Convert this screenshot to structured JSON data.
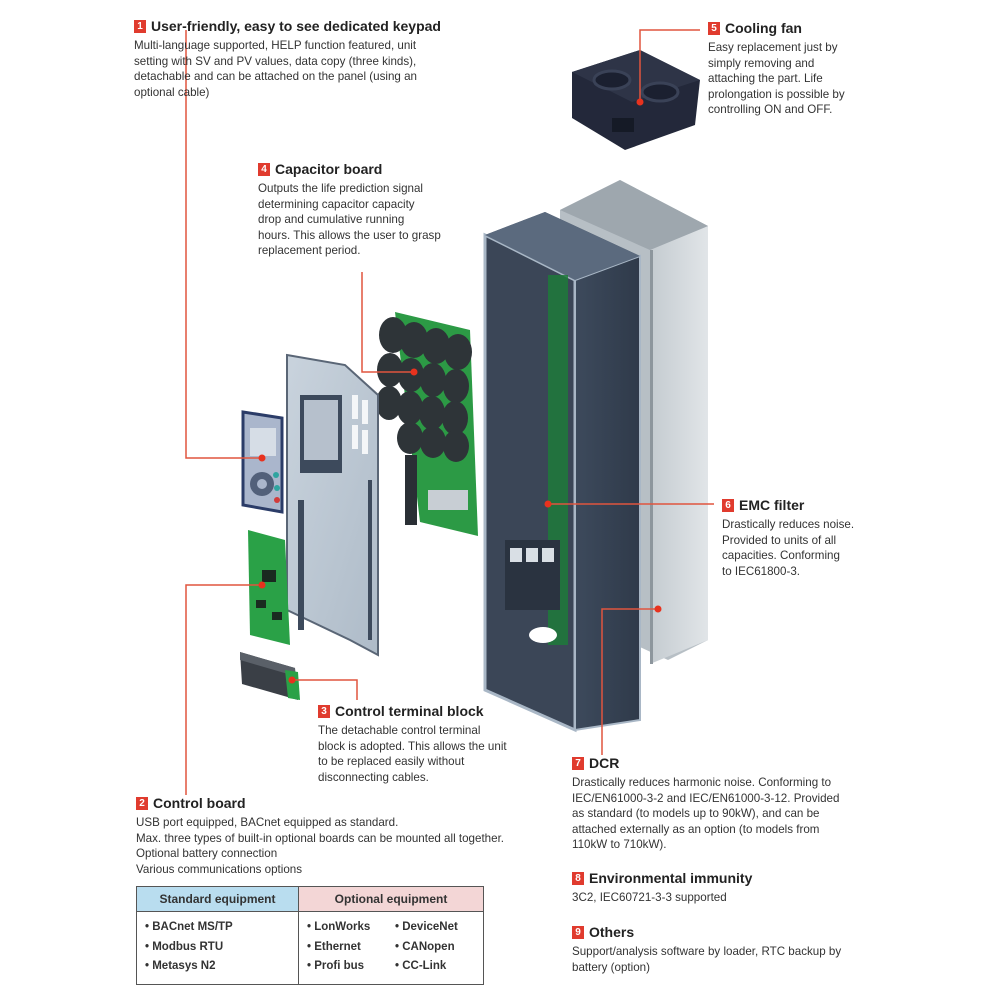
{
  "callouts": [
    {
      "number": "1",
      "title": "User-friendly, easy to see dedicated keypad",
      "lines": [
        "Multi-language supported, HELP function featured, unit",
        "setting with SV and PV values, data copy (three kinds),",
        "detachable and can be attached on the panel (using an",
        "optional cable)"
      ]
    },
    {
      "number": "2",
      "title": "Control board",
      "lines": [
        "USB port equipped, BACnet equipped as standard.",
        "Max. three  types of built-in optional boards can be mounted all together.",
        "Optional battery connection",
        "Various communications options"
      ]
    },
    {
      "number": "3",
      "title": "Control terminal block",
      "lines": [
        "The detachable control terminal",
        "block is adopted. This allows the unit",
        "to be replaced easily without",
        "disconnecting cables."
      ]
    },
    {
      "number": "4",
      "title": "Capacitor board",
      "lines": [
        "Outputs the life prediction signal",
        "determining capacitor capacity",
        "drop and cumulative running",
        "hours. This allows the user to grasp",
        "replacement period."
      ]
    },
    {
      "number": "5",
      "title": "Cooling fan",
      "lines": [
        "Easy replacement just by",
        "simply removing and",
        "attaching the part. Life",
        "prolongation is possible by",
        "controlling ON and OFF."
      ]
    },
    {
      "number": "6",
      "title": "EMC filter",
      "lines": [
        "Drastically reduces noise.",
        "Provided to units of all",
        "capacities. Conforming",
        "to IEC61800-3."
      ]
    },
    {
      "number": "7",
      "title": "DCR",
      "lines": [
        "Drastically reduces harmonic noise. Conforming to",
        "IEC/EN61000-3-2 and IEC/EN61000-3-12. Provided",
        "as standard (to models up to 90kW), and can be",
        "attached externally as an option (to models from",
        "110kW to 710kW)."
      ]
    },
    {
      "number": "8",
      "title": "Environmental immunity",
      "lines": [
        "3C2, IEC60721-3-3 supported"
      ]
    },
    {
      "number": "9",
      "title": "Others",
      "lines": [
        "Support/analysis software by loader, RTC backup by",
        "battery (option)"
      ]
    }
  ],
  "equipment_table": {
    "standard_header": "Standard equipment",
    "optional_header": "Optional equipment",
    "standard_items": [
      "• BACnet MS/TP",
      "• Modbus RTU",
      "• Metasys N2"
    ],
    "optional_items": [
      "• LonWorks",
      "• DeviceNet",
      "• Ethernet",
      "• CANopen",
      "• Profi bus",
      "• CC-Link"
    ]
  },
  "colors": {
    "badge": "#e03b2e",
    "leader": "#e0553e",
    "standard_header_bg": "#b9ddef",
    "optional_header_bg": "#f3d6d6"
  }
}
